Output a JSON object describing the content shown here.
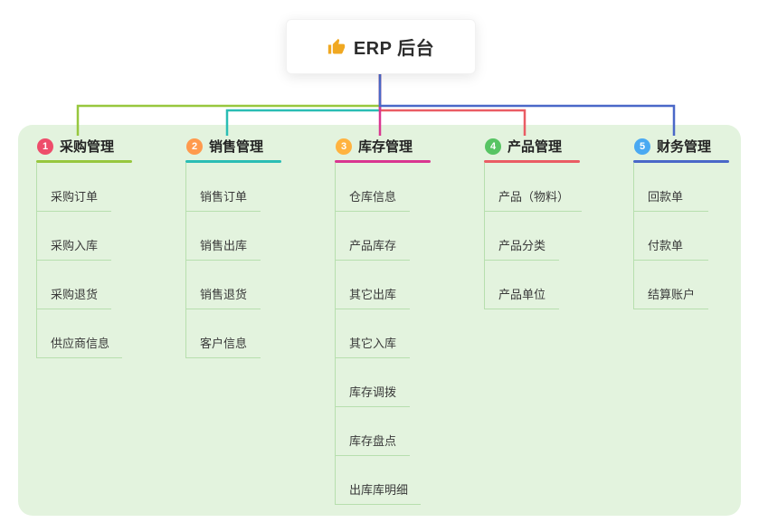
{
  "canvas": {
    "background": "#ffffff",
    "panel_color": "#e3f3de"
  },
  "sub_line_color": "#b7dfae",
  "stem_color": "#4a68c8",
  "root": {
    "label": "ERP 后台",
    "icon": "thumbs-up-icon",
    "icon_color": "#f0a821"
  },
  "branches": [
    {
      "id": "purchase",
      "index": "1",
      "title": "采购管理",
      "badge_color": "#ee4d6b",
      "line_color": "#97c73e",
      "items": [
        "采购订单",
        "采购入库",
        "采购退货",
        "供应商信息"
      ]
    },
    {
      "id": "sales",
      "index": "2",
      "title": "销售管理",
      "badge_color": "#ff9a4d",
      "line_color": "#2abdb4",
      "items": [
        "销售订单",
        "销售出库",
        "销售退货",
        "客户信息"
      ]
    },
    {
      "id": "inventory",
      "index": "3",
      "title": "库存管理",
      "badge_color": "#ffb340",
      "line_color": "#d93690",
      "items": [
        "仓库信息",
        "产品库存",
        "其它出库",
        "其它入库",
        "库存调拨",
        "库存盘点",
        "出库库明细"
      ]
    },
    {
      "id": "product",
      "index": "4",
      "title": "产品管理",
      "badge_color": "#57c463",
      "line_color": "#ea5c64",
      "items": [
        "产品（物料）",
        "产品分类",
        "产品单位"
      ]
    },
    {
      "id": "finance",
      "index": "5",
      "title": "财务管理",
      "badge_color": "#4aa9f2",
      "line_color": "#4a68c8",
      "items": [
        "回款单",
        "付款单",
        "结算账户"
      ]
    }
  ]
}
